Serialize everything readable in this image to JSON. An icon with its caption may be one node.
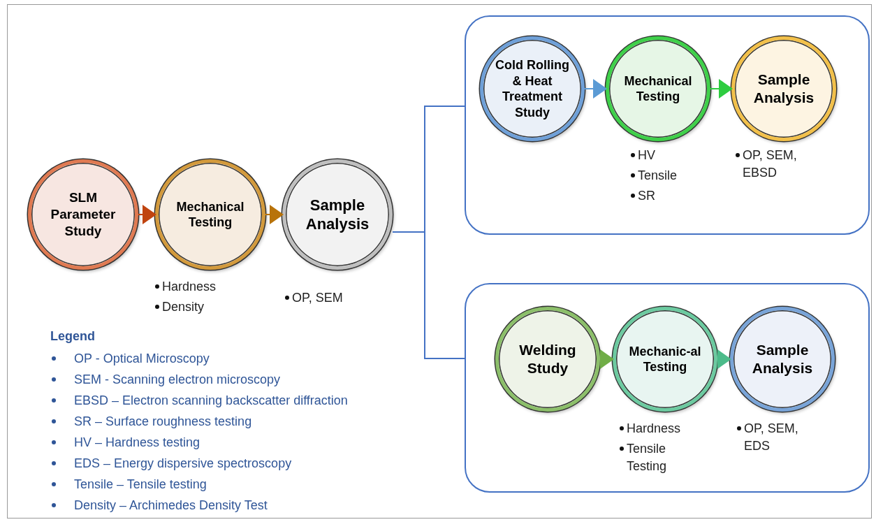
{
  "diagram": {
    "nodes": [
      {
        "text": [
          "SLM Parameter Study"
        ]
      },
      {
        "text": [
          "Mechanical Testing"
        ],
        "beside": [
          "Hardness",
          "Density"
        ]
      },
      {
        "text": [
          "Sample Analysis"
        ],
        "beside": [
          "OP, SEM"
        ]
      },
      {
        "text": [],
        "shape": "box"
      },
      {
        "text": [
          "Cold Rolling & Heat Treatment Study"
        ],
        "in": 3
      },
      {
        "text": [
          "Mechanical Testing"
        ],
        "in": 3,
        "beside": [
          "HV",
          "Tensile",
          "SR"
        ]
      },
      {
        "text": [
          "Sample Analysis"
        ],
        "in": 3,
        "beside": [
          "OP, SEM, EBSD"
        ]
      },
      {
        "text": [],
        "shape": "box"
      },
      {
        "text": [
          "Welding Study"
        ],
        "in": 7
      },
      {
        "text": [
          "Mechanic-al Testing"
        ],
        "in": 7,
        "beside": [
          "Hardness",
          "Tensile Testing"
        ]
      },
      {
        "text": [
          "Sample Analysis"
        ],
        "in": 7,
        "beside": [
          "OP, SEM, EDS"
        ]
      }
    ],
    "edges": [
      {
        "from": 0,
        "to": 1,
        "arrow": "to",
        "color": "#c0440f"
      },
      {
        "from": 1,
        "to": 2,
        "arrow": "to",
        "color": "#b8730a"
      },
      {
        "from": 2,
        "to": 3,
        "arrow": "none",
        "color": "#4472c4"
      },
      {
        "from": 2,
        "to": 7,
        "arrow": "none",
        "color": "#4472c4"
      },
      {
        "from": 4,
        "to": 5,
        "arrow": "to",
        "color": "#5b9bd5"
      },
      {
        "from": 5,
        "to": 6,
        "arrow": "to",
        "color": "#2ecc40"
      },
      {
        "from": 8,
        "to": 9,
        "arrow": "to",
        "color": "#70ad47"
      },
      {
        "from": 9,
        "to": 10,
        "arrow": "to",
        "color": "#4cbb8a"
      }
    ],
    "labels": [
      "Legend"
    ],
    "legend": [
      {
        "text": "OP - Optical Microscopy"
      },
      {
        "text": "SEM - Scanning electron microscopy"
      },
      {
        "text": "EBSD – Electron scanning backscatter diffraction"
      },
      {
        "text": "SR – Surface roughness testing"
      },
      {
        "text": "HV – Hardness testing"
      },
      {
        "text": "EDS – Energy dispersive spectroscopy"
      },
      {
        "text": "Tensile – Tensile testing"
      },
      {
        "text": "Density – Archimedes Density Test"
      }
    ]
  }
}
